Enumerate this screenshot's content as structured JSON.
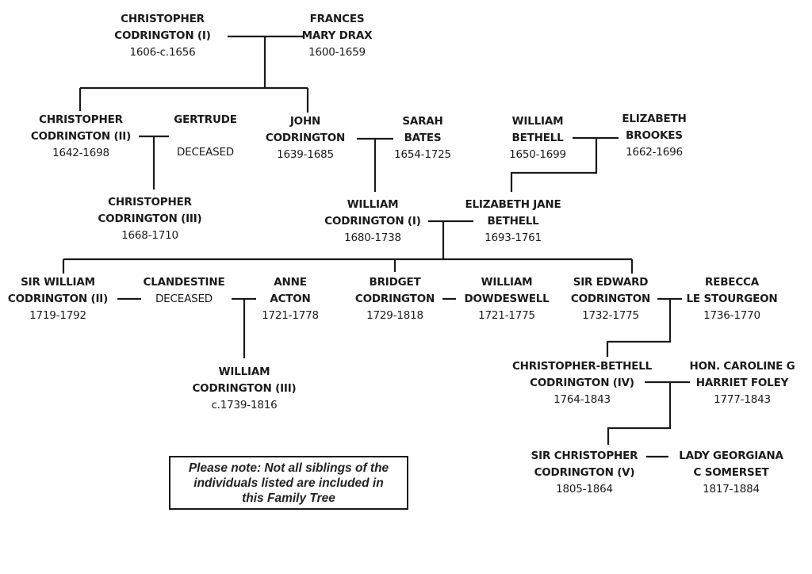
{
  "title": "Codrington Family Tree",
  "people": {
    "cc1": {
      "name_line1": "CHRISTOPHER",
      "name_line2": "CODRINGTON (I)",
      "dates": "1606-c.1656"
    },
    "fmd": {
      "name_line1": "FRANCES",
      "name_line2": "MARY DRAX",
      "dates": "1600-1659"
    },
    "cc2": {
      "name_line1": "CHRISTOPHER",
      "name_line2": "CODRINGTON (II)",
      "dates": "1642-1698"
    },
    "gertrude": {
      "name_line1": "GERTRUDE",
      "status": "DECEASED"
    },
    "cc3": {
      "name_line1": "CHRISTOPHER",
      "name_line2": "CODRINGTON (III)",
      "dates": "1668-1710"
    },
    "jc": {
      "name_line1": "JOHN",
      "name_line2": "CODRINGTON",
      "dates": "1639-1685"
    },
    "sb": {
      "name_line1": "SARAH",
      "name_line2": "BATES",
      "dates": "1654-1725"
    },
    "wb": {
      "name_line1": "WILLIAM",
      "name_line2": "BETHELL",
      "dates": "1650-1699"
    },
    "eb": {
      "name_line1": "ELIZABETH",
      "name_line2": "BROOKES",
      "dates": "1662-1696"
    },
    "wc1": {
      "name_line1": "WILLIAM",
      "name_line2": "CODRINGTON (I)",
      "dates": "1680-1738"
    },
    "ejb": {
      "name_line1": "ELIZABETH JANE",
      "name_line2": "BETHELL",
      "dates": "1693-1761"
    },
    "swc2": {
      "name_line1": "SIR WILLIAM",
      "name_line2": "CODRINGTON (II)",
      "dates": "1719-1792"
    },
    "clandestine": {
      "name_line1": "CLANDESTINE",
      "status": "DECEASED"
    },
    "aa": {
      "name_line1": "ANNE",
      "name_line2": "ACTON",
      "dates": "1721-1778"
    },
    "wc3": {
      "name_line1": "WILLIAM",
      "name_line2": "CODRINGTON (III)",
      "dates": "c.1739-1816"
    },
    "bc": {
      "name_line1": "BRIDGET",
      "name_line2": "CODRINGTON",
      "dates": "1729-1818"
    },
    "wd": {
      "name_line1": "WILLIAM",
      "name_line2": "DOWDESWELL",
      "dates": "1721-1775"
    },
    "sec": {
      "name_line1": "SIR EDWARD",
      "name_line2": "CODRINGTON",
      "dates": "1732-1775"
    },
    "rls": {
      "name_line1": "REBECCA",
      "name_line2": "LE STOURGEON",
      "dates": "1736-1770"
    },
    "cbc4": {
      "name_line1": "CHRISTOPHER-BETHELL",
      "name_line2": "CODRINGTON (IV)",
      "dates": "1764-1843"
    },
    "chf": {
      "name_line1": "HON. CAROLINE G",
      "name_line2": "HARRIET FOLEY",
      "dates": "1777-1843"
    },
    "scc5": {
      "name_line1": "SIR CHRISTOPHER",
      "name_line2": "CODRINGTON (V)",
      "dates": "1805-1864"
    },
    "lgs": {
      "name_line1": "LADY GEORGIANA",
      "name_line2": "C SOMERSET",
      "dates": "1817-1884"
    }
  },
  "note": {
    "line1": "Please note: Not all siblings of the",
    "line2": "individuals listed are included in",
    "line3": "this Family Tree"
  }
}
